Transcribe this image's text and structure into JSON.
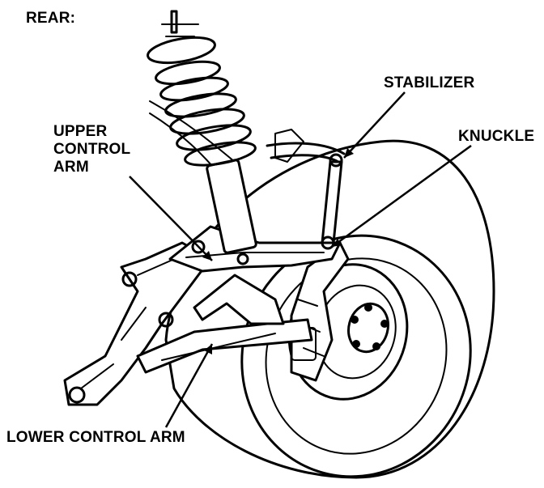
{
  "view_label": "REAR:",
  "labels": {
    "upper_control_arm": [
      "UPPER",
      "CONTROL",
      "ARM"
    ],
    "stabilizer": "STABILIZER",
    "knuckle": "KNUCKLE",
    "lower_control_arm": "LOWER CONTROL ARM"
  },
  "colors": {
    "ink": "#000000",
    "paper": "#ffffff"
  }
}
